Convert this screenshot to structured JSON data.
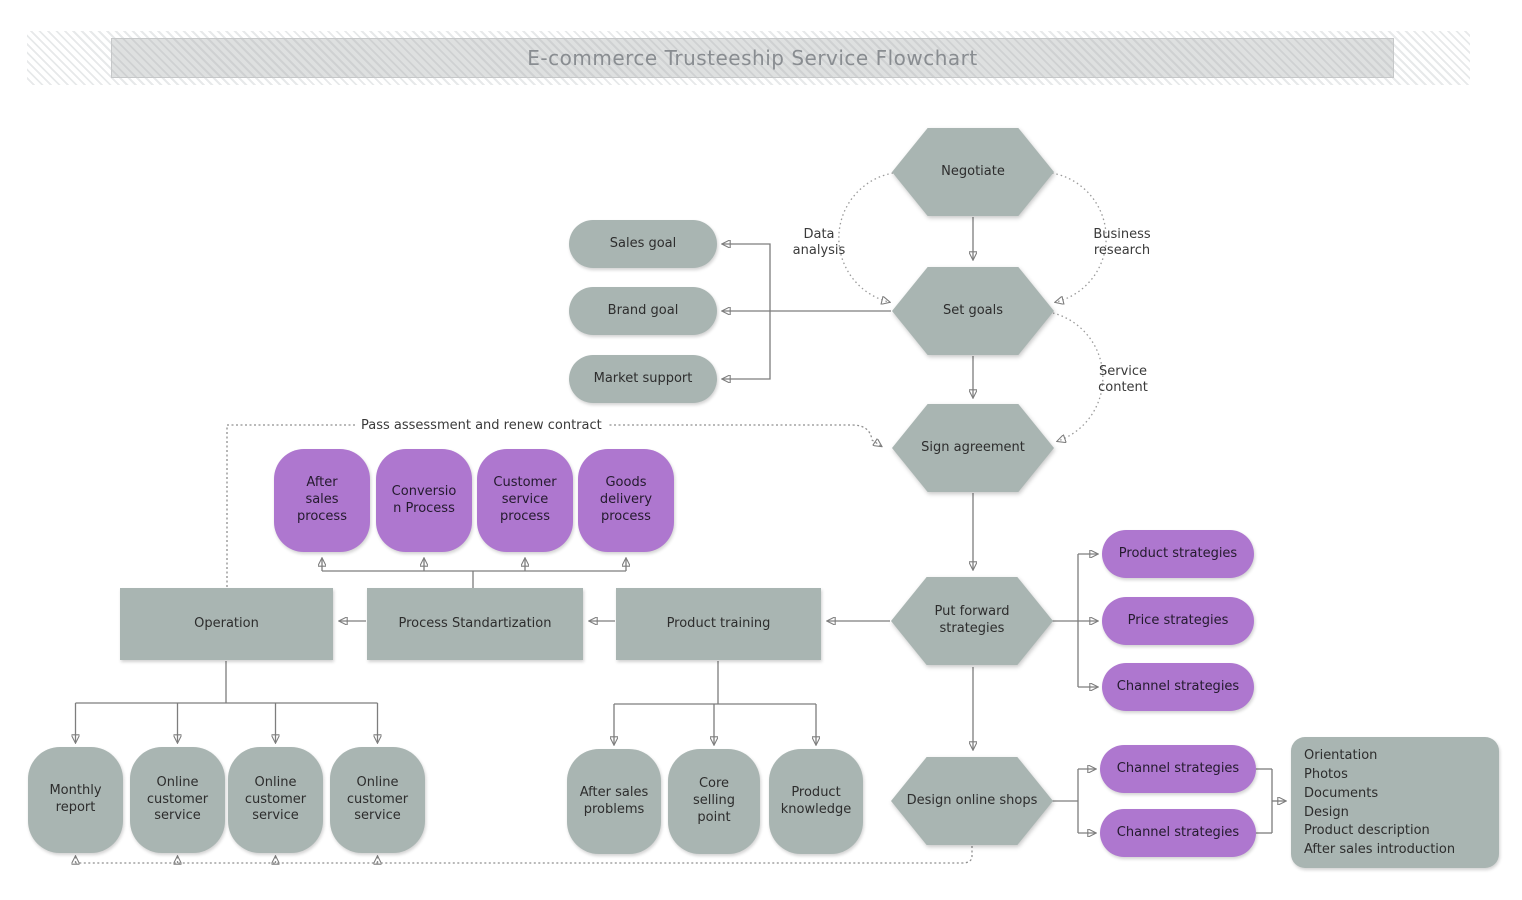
{
  "title": "E-commerce Trusteeship Service Flowchart",
  "colors": {
    "shape_gray": "#a9b5b2",
    "shape_purple": "#ae77cf",
    "connector": "#7d7d7d",
    "title_bar_bg": "#d3d5d6",
    "title_text": "#898d91"
  },
  "hexagons": [
    "Negotiate",
    "Set goals",
    "Sign agreement",
    "Put forward\nstrategies",
    "Design online shops"
  ],
  "goal_pills": [
    "Sales goal",
    "Brand goal",
    "Market support"
  ],
  "process_boxes": [
    "After\nsales\nprocess",
    "Conversio\nn Process",
    "Customer\nservice\nprocess",
    "Goods\ndelivery\nprocess"
  ],
  "stage_rects": [
    "Operation",
    "Process Standartization",
    "Product training"
  ],
  "operation_children": [
    "Monthly\nreport",
    "Online\ncustomer\nservice",
    "Online\ncustomer\nservice",
    "Online\ncustomer\nservice"
  ],
  "training_children": [
    "After sales\nproblems",
    "Core\nselling\npoint",
    "Product\nknowledge"
  ],
  "strategy_pills": [
    "Product strategies",
    "Price strategies",
    "Channel strategies"
  ],
  "design_pills": [
    "Channel strategies",
    "Channel strategies"
  ],
  "design_output_list": "Orientation\nPhotos\nDocuments\nDesign\nProduct description\nAfter sales introduction",
  "edge_labels": {
    "data_analysis": "Data\nanalysis",
    "business_research": "Business\nresearch",
    "service_content": "Service\ncontent",
    "pass_assessment": "Pass assessment and renew contract"
  }
}
